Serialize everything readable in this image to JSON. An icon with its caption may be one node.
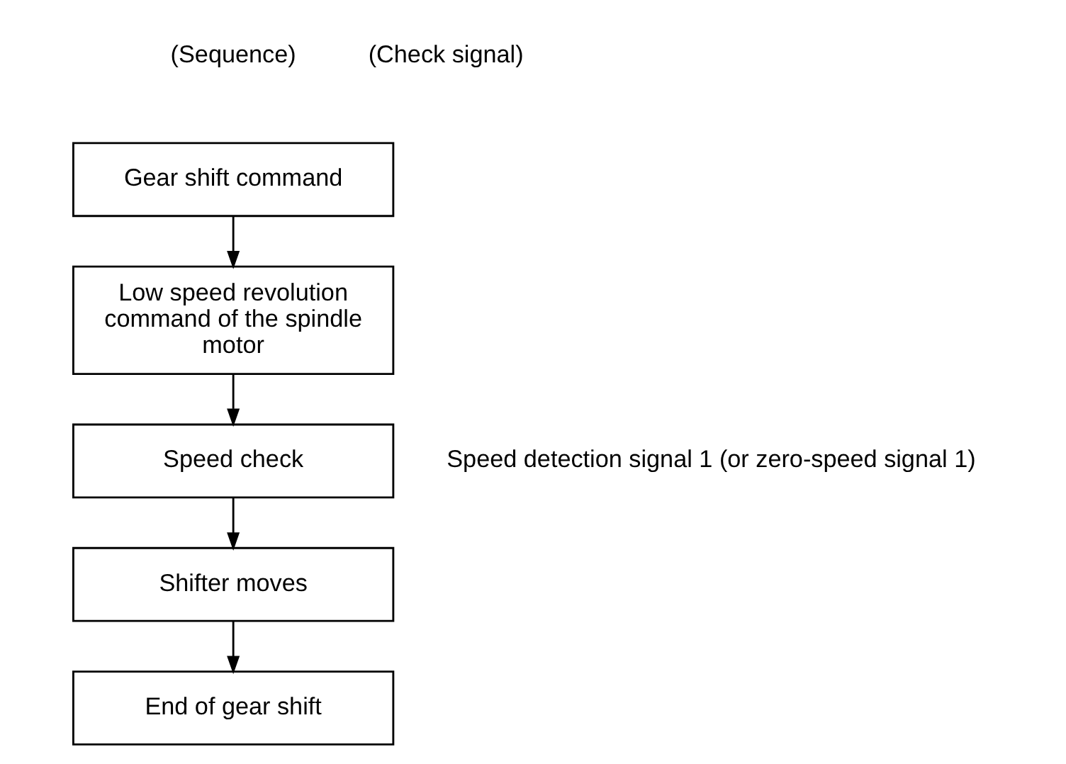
{
  "diagram": {
    "nodes": [
      {
        "text": [
          "Gear shift command"
        ]
      },
      {
        "text": [
          "Low speed revolution command of the spindle motor"
        ]
      },
      {
        "text": [
          "Speed check"
        ],
        "beside": [
          "Speed detection signal 1 (or zero-speed signal 1)"
        ]
      },
      {
        "text": [
          "Shifter moves"
        ]
      },
      {
        "text": [
          "End of gear shift"
        ]
      }
    ],
    "edges": [
      {
        "from": 0,
        "to": 1,
        "arrow": "to"
      },
      {
        "from": 1,
        "to": 2,
        "arrow": "to"
      },
      {
        "from": 2,
        "to": 3,
        "arrow": "to"
      },
      {
        "from": 3,
        "to": 4,
        "arrow": "to"
      }
    ],
    "labels": [
      "(Sequence)",
      "(Check signal)"
    ]
  }
}
